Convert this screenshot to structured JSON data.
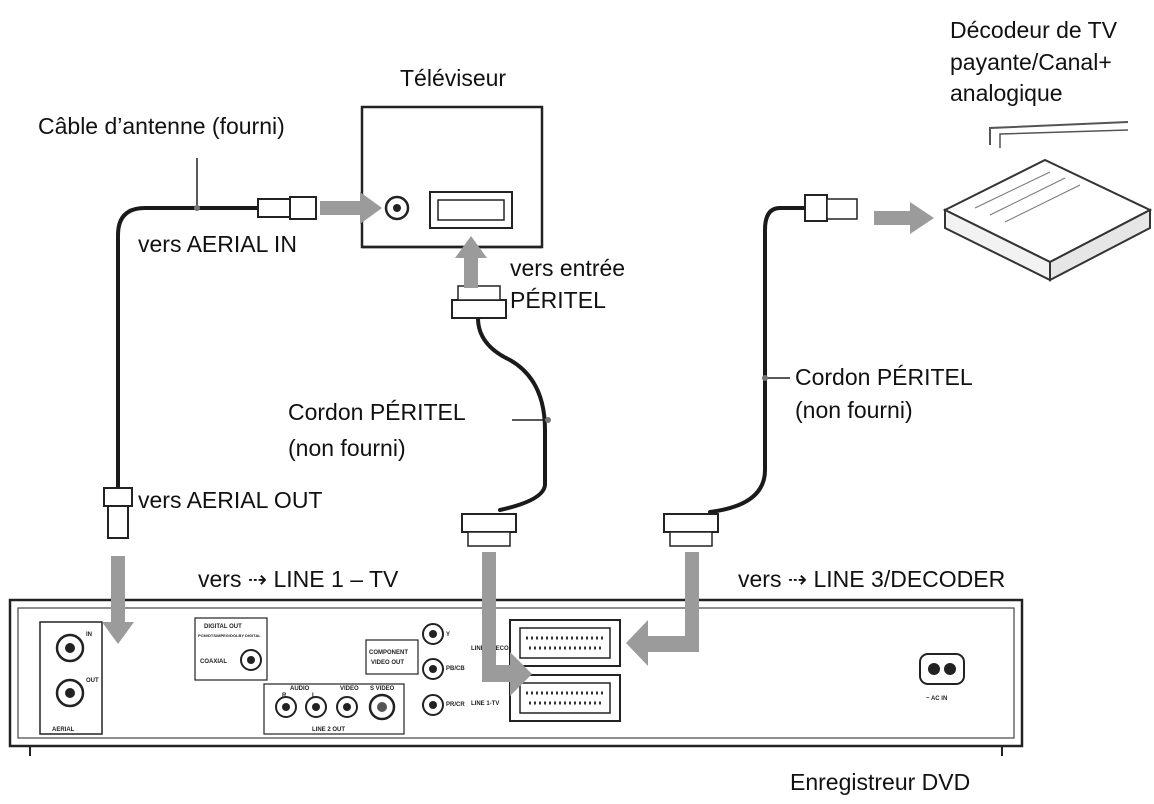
{
  "labels": {
    "decoder_line1": "Décodeur de TV",
    "decoder_line2": "payante/Canal+",
    "decoder_line3": "analogique",
    "tv": "Téléviseur",
    "antenna_cable": "Câble d’antenne (fourni)",
    "to_aerial_in": "vers AERIAL IN",
    "to_scart_in_line1": "vers entrée",
    "to_scart_in_line2": "PÉRITEL",
    "scart_cord_left_line1": "Cordon PÉRITEL",
    "scart_cord_left_line2": "(non fourni)",
    "scart_cord_right_line1": "Cordon PÉRITEL",
    "scart_cord_right_line2": "(non fourni)",
    "to_aerial_out": "vers AERIAL OUT",
    "to_line1_tv": "vers ⇢ LINE 1 – TV",
    "to_line3_decoder": "vers ⇢ LINE 3/DECODER",
    "recorder": "Enregistreur DVD"
  },
  "panel": {
    "digital_out": "DIGITAL OUT",
    "pcm": "PCM/DTS/MPEG/DOLBY DIGITAL",
    "coaxial": "COAXIAL",
    "component": "COMPONENT",
    "video_out": "VIDEO OUT",
    "audio": "AUDIO",
    "video": "VIDEO",
    "svideo": "S VIDEO",
    "r": "R",
    "l": "L",
    "line2out": "LINE 2 OUT",
    "aerial": "AERIAL",
    "in": "IN",
    "out": "OUT",
    "y": "Y",
    "pb": "PB/CB",
    "pr": "PR/CR",
    "line3": "LINE 3/DECODER",
    "line1": "LINE 1-TV",
    "acin": "~ AC IN"
  }
}
